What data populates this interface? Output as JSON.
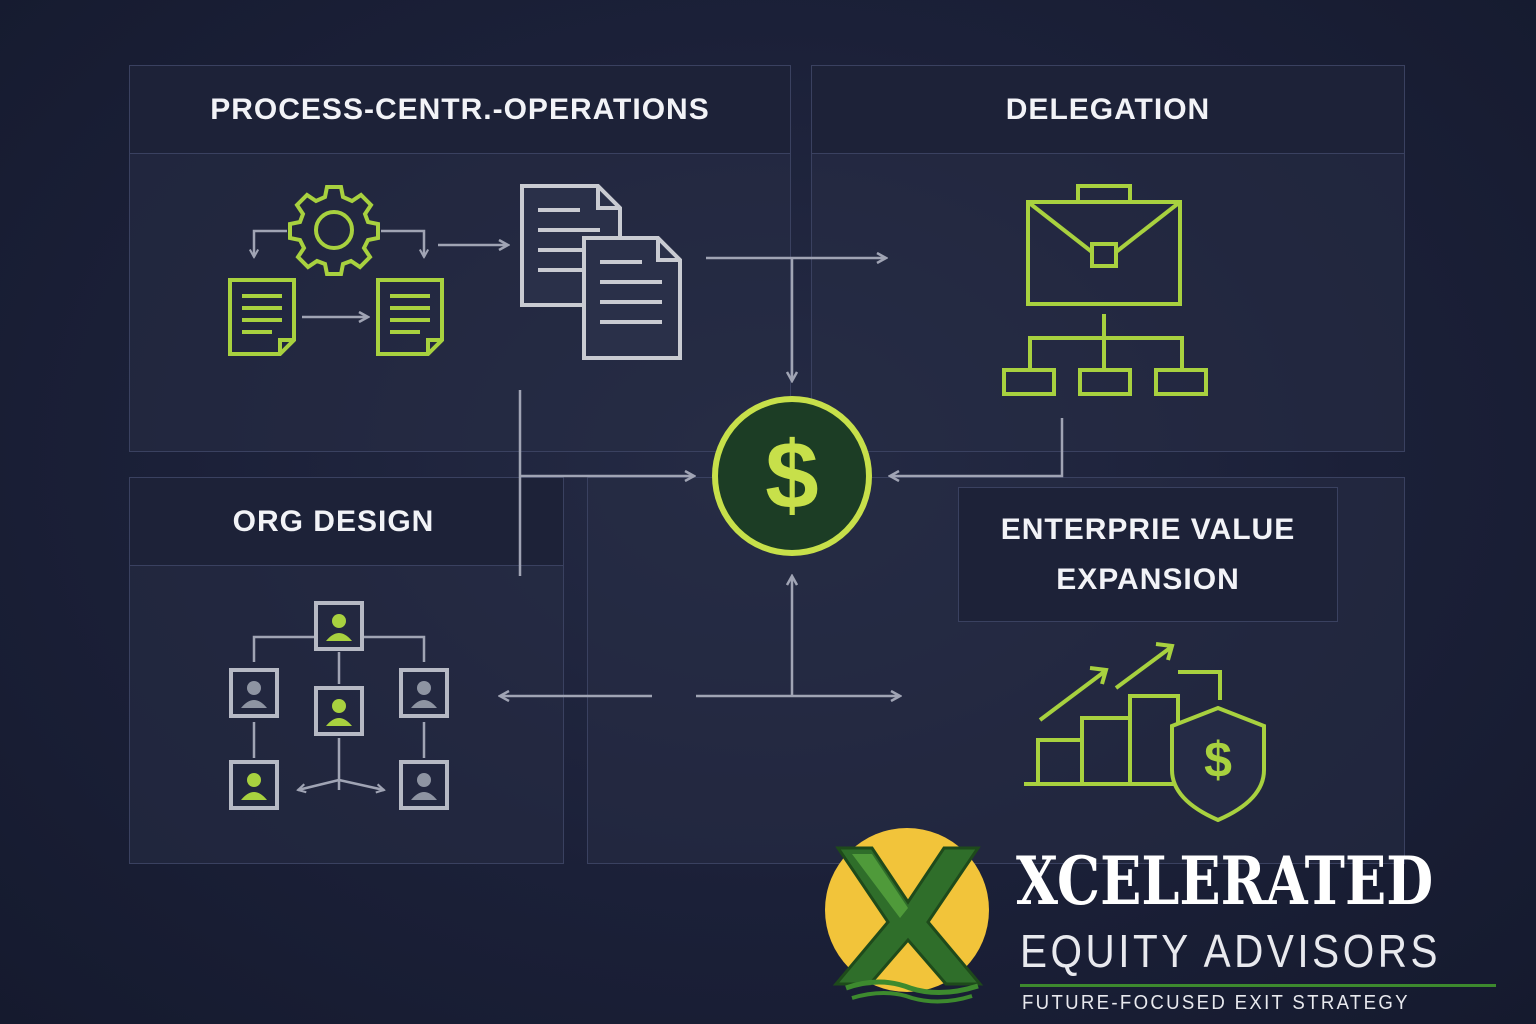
{
  "panels": {
    "process": {
      "title": "PROCESS-CENTR.-OPERATIONS"
    },
    "delegation": {
      "title": "DELEGATION"
    },
    "org": {
      "title": "ORG DESIGN"
    },
    "enterprise": {
      "title_line1": "ENTERPRIE VALUE",
      "title_line2": "EXPANSION"
    }
  },
  "center": {
    "symbol": "$"
  },
  "shield": {
    "symbol": "$"
  },
  "brand": {
    "name": "XCELERATED",
    "subtitle": "EQUITY ADVISORS",
    "tagline": "FUTURE-FOCUSED EXIT STRATEGY",
    "logo_letter": "X"
  },
  "colors": {
    "background": "#1b2038",
    "accent_green": "#a8d13f",
    "arrow_gray": "#a0a4b4",
    "logo_yellow": "#f2c43a",
    "logo_green": "#2f6e2a"
  }
}
